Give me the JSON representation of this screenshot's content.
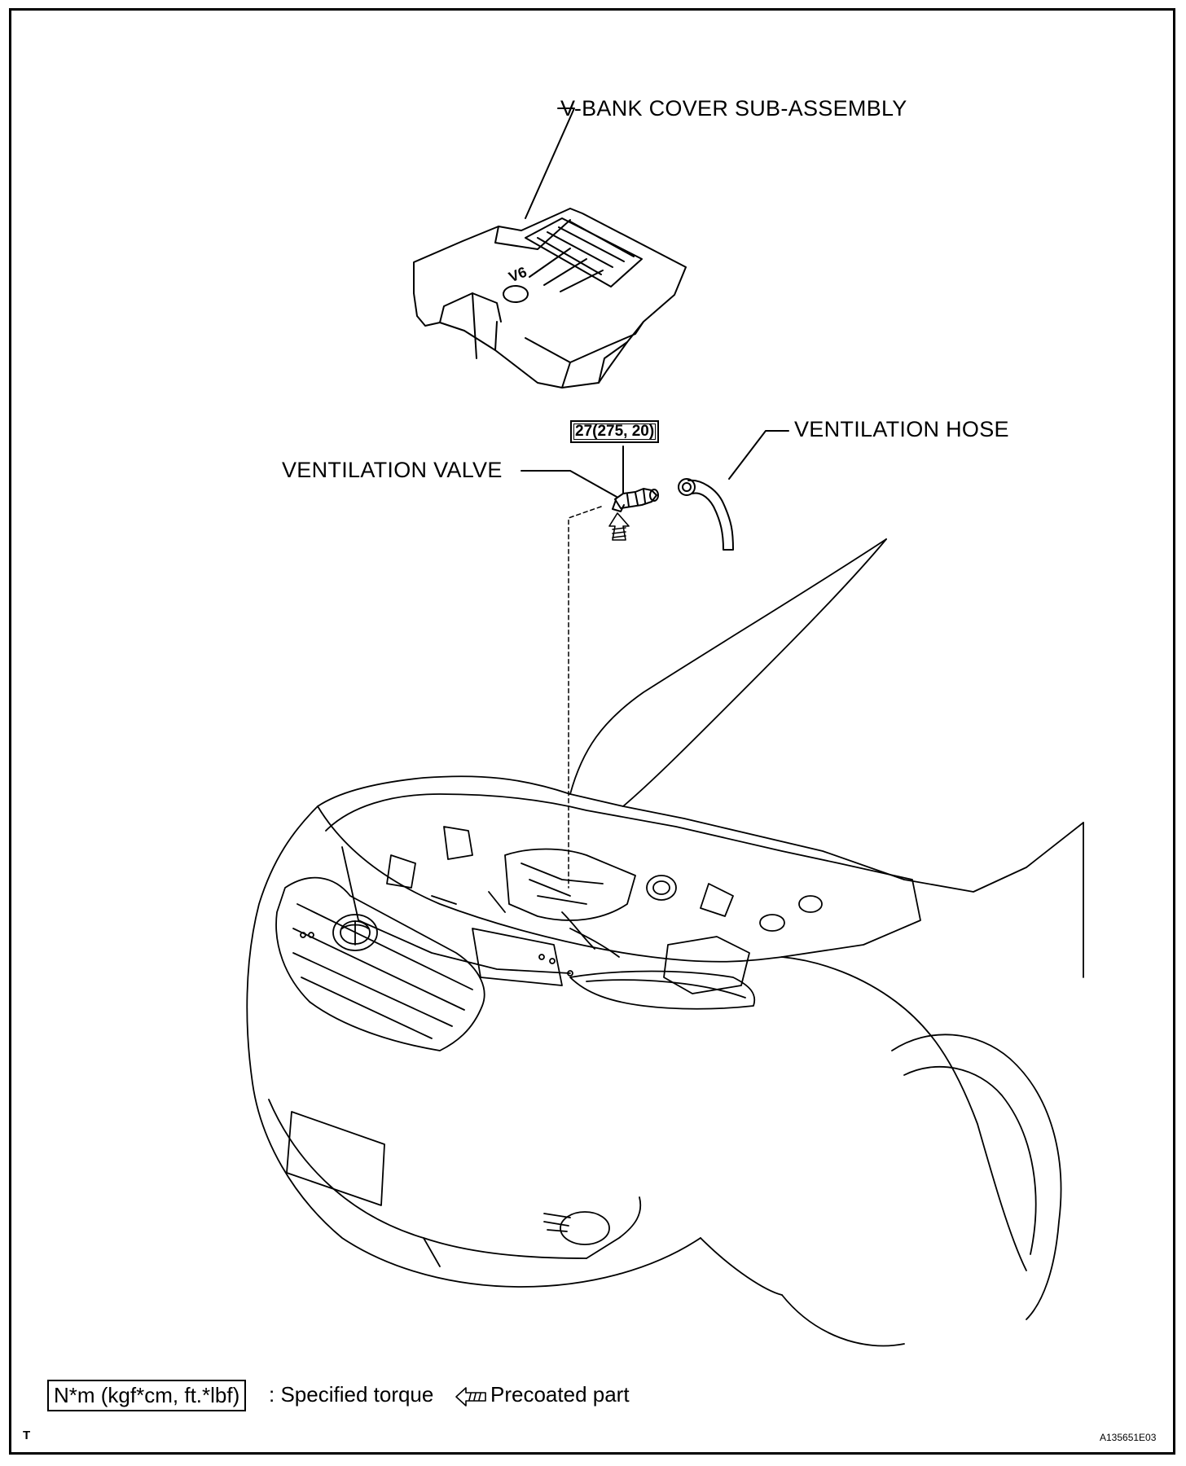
{
  "labels": {
    "vbank_cover": "V-BANK COVER SUB-ASSEMBLY",
    "ventilation_hose": "VENTILATION HOSE",
    "ventilation_valve": "VENTILATION VALVE",
    "torque_value": "27(275, 20)",
    "cover_emblem": "V6"
  },
  "legend": {
    "torque_unit": "N*m (kgf*cm, ft.*lbf)",
    "torque_desc": ": Specified torque",
    "precoat_desc": "Precoated part",
    "precoat_icon": "precoat-arrow-icon"
  },
  "footer": {
    "corner_mark": "T",
    "figure_id": "A135651E03"
  },
  "colors": {
    "line": "#000000",
    "background": "#ffffff"
  }
}
